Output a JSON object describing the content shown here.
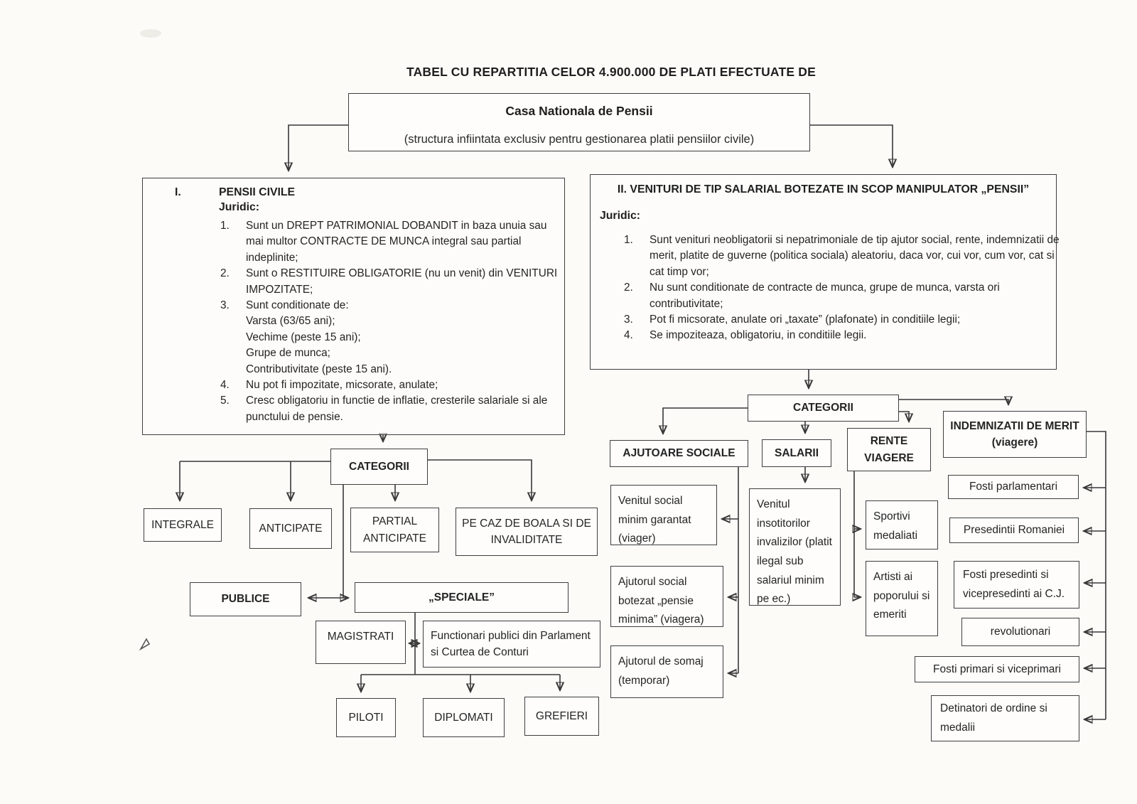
{
  "page": {
    "title": "TABEL CU REPARTITIA CELOR 4.900.000 DE PLATI EFECTUATE DE"
  },
  "root": {
    "title": "Casa Nationala de Pensii",
    "subtitle": "(structura infiintata exclusiv pentru gestionarea platii pensiilor civile)"
  },
  "section1": {
    "numeral": "I.",
    "title": "PENSII CIVILE",
    "legal_label": "Juridic:",
    "items": [
      "Sunt un DREPT PATRIMONIAL DOBANDIT in baza unuia sau mai multor CONTRACTE DE MUNCA integral sau partial indeplinite;",
      "Sunt o RESTITUIRE OBLIGATORIE (nu un venit) din VENITURI IMPOZITATE;",
      "Sunt conditionate de:\nVarsta (63/65 ani);\nVechime (peste 15 ani);\nGrupe de munca;\nContributivitate (peste 15 ani).",
      "Nu pot fi impozitate, micsorate, anulate;",
      "Cresc obligatoriu in functie de inflatie, cresterile salariale si ale punctului de pensie."
    ]
  },
  "section2": {
    "title": "II. VENITURI DE TIP SALARIAL BOTEZATE IN SCOP MANIPULATOR „PENSII”",
    "legal_label": "Juridic:",
    "items": [
      "Sunt venituri neobligatorii si nepatrimoniale de tip ajutor social, rente, indemnizatii de merit, platite de guverne (politica sociala) aleatoriu, daca vor, cui vor, cum vor, cat si cat timp vor;",
      "Nu sunt conditionate de contracte de munca, grupe de munca, varsta ori contributivitate;",
      "Pot fi micsorate, anulate ori „taxate” (plafonate) in conditiile legii;",
      "Se impoziteaza, obligatoriu, in conditiile legii."
    ]
  },
  "left_tree": {
    "categories_header": "CATEGORII",
    "integrale": "INTEGRALE",
    "anticipate": "ANTICIPATE",
    "partial_anticipate": "PARTIAL ANTICIPATE",
    "boala_invaliditate": "PE CAZ DE BOALA SI DE INVALIDITATE",
    "publice": "PUBLICE",
    "speciale": "„SPECIALE”",
    "magistrati": "MAGISTRATI",
    "functionari": "Functionari publici din Parlament si Curtea de Conturi",
    "piloti": "PILOTI",
    "diplomati": "DIPLOMATI",
    "grefieri": "GREFIERI"
  },
  "right_tree": {
    "categories_header": "CATEGORII",
    "ajutoare_sociale": "AJUTOARE SOCIALE",
    "salarii": "SALARII",
    "rente_viagere": "RENTE VIAGERE",
    "indemnizatii": "INDEMNIZATII DE MERIT (viagere)",
    "venit_social_minim": "Venitul social minim garantat (viager)",
    "ajutor_social_botezat": "Ajutorul social botezat „pensie minima” (viagera)",
    "ajutor_somaj": "Ajutorul de somaj (temporar)",
    "venit_insotitori": "Venitul insotitorilor invalizilor (platit ilegal sub salariul minim pe ec.)",
    "sportivi": "Sportivi medaliati",
    "artisti": "Artisti ai poporului si emeriti",
    "fosti_parlamentari": "Fosti parlamentari",
    "presedintii_romaniei": "Presedintii Romaniei",
    "fosti_presedinti_cj": "Fosti presedinti si vicepresedinti ai C.J.",
    "revolutionari": "revolutionari",
    "fosti_primari": "Fosti primari si viceprimari",
    "detinatori": "Detinatori de ordine si medalii"
  },
  "colors": {
    "line": "#383838",
    "border": "#3e3e3e",
    "text": "#242424",
    "background": "#fcfbf8",
    "pen_mark": "#6e2012"
  }
}
